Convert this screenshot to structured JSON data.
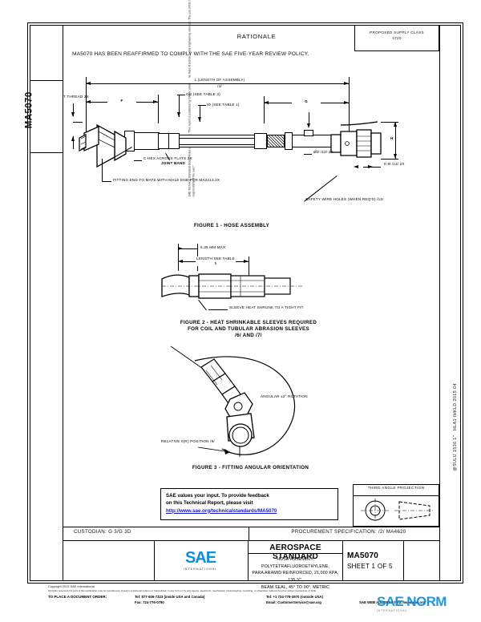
{
  "document": {
    "number": "MA5070",
    "sheet": "SHEET 1 OF 5",
    "standard_type": "AEROSPACE STANDARD",
    "description_line1": "HOSE ASSEMBLY, POLYTETRAFLUOROETHYLENE,",
    "description_line2": "PARA ARAMID REINFORCED, 21,000 KPA, 135 °C,",
    "description_line3": "BEAM SEAL, 45° TO 90°, METRIC",
    "custodian": "CUSTODIAN: G 3/G 3D",
    "procurement_spec": "PROCUREMENT SPECIFICATION: /2/ MA4620",
    "supply_class": "PROPOSED SUPPLY CLASS\n4720",
    "revision_stamp": "@SULU 1536 1\"   HLA1 IHKLD 2015 04",
    "left_margin_label": "MA5070",
    "left_margin_fineprint": "SAE Technical Standards Board Rules provide that: \"This report is published by SAE to advance the state of technical and engineering sciences. The use of this report is entirely voluntary, and its applicability and suitability for any particular use, including any patent infringement arising therefrom, is the sole responsibility of the user.\""
  },
  "rationale": {
    "title": "RATIONALE",
    "body": "MA5070 HAS BEEN REAFFIRMED TO COMPLY WITH THE SAE FIVE-YEAR REVIEW POLICY."
  },
  "figure1": {
    "caption": "FIGURE 1 - HOSE ASSEMBLY",
    "labels": {
      "length": "L (LENGTH OF ASSEMBLY)",
      "length_note": "/4/",
      "od": "OD (SEE TABLE 3)",
      "id": "ID (SEE TABLE 1)",
      "dim_f": "F",
      "dim_g": "G",
      "dim_h": "H",
      "thread": "T THREAD\n2X",
      "hex": "C HEX\nACROSS FLATS\n2X",
      "joint_band": "JOINT BAND",
      "fitting_end": "FITTING END TO MATE\nWITH MALE END\nPER MA3213\n2X",
      "safety_wire": "SAFETY WIRE HOLES\n(WHEN REQ'D)\n/12/",
      "diameter_d": "ØD /13/\n2X",
      "k_b": "K-B\n/13/\n2X"
    }
  },
  "figure2": {
    "caption_line1": "FIGURE 2 - HEAT SHRINKABLE SLEEVES REQUIRED",
    "caption_line2": "FOR COIL AND TUBULAR ABRASION SLEEVES",
    "caption_line3": "/6/ AND /7/",
    "labels": {
      "max_dim": "6.35 MM MAX",
      "length": "LENGTH\nSEE TABLE 5",
      "sleeve_note": "SLEEVE HEAT SHRUNK\nTO A TIGHT FIT"
    }
  },
  "figure3": {
    "caption": "FIGURE 3 - FITTING ANGULAR ORIENTATION",
    "labels": {
      "angular": "ANGULAR   ±2°\nROTATION",
      "relative": "RELATIVE 0(R)\nPOSITION\n/9/"
    }
  },
  "feedback": {
    "line1": "SAE values your input. To provide feedback",
    "line2": "on this Technical Report, please visit",
    "link": "http://www.sae.org/technicalstandards/MA5070"
  },
  "third_angle": {
    "title": "THIRD ANGLE PROJECTION"
  },
  "logo": {
    "wordmark": "SAE",
    "subword": "INTERNATIONAL"
  },
  "footer": {
    "copyright": "Copyright 2015 SAE International",
    "rights": "All rights reserved. No part of this publication may be reproduced, stored in a retrieval system or transmitted, in any form or by any means, electronic, mechanical, photocopying, recording, or otherwise, without the prior written permission of SAE.",
    "order_label": "TO PLACE A DOCUMENT ORDER:",
    "tel_inside": "Tel: 877-606-7323 (inside USA and Canada)",
    "fax": "Fax: 724-776-0790",
    "tel_outside": "Tel: +1 724-776-4970 (outside USA)",
    "email": "Email: CustomerService@sae.org",
    "web_label": "SAE WEB ADDRESS:",
    "web": "http://www.sae.org"
  },
  "watermark": {
    "main": "SAE NORM",
    "sub": "INTERNATIONAL"
  },
  "colors": {
    "ink": "#000000",
    "link": "#1414d2",
    "sae_blue": "#0e8fd6"
  }
}
